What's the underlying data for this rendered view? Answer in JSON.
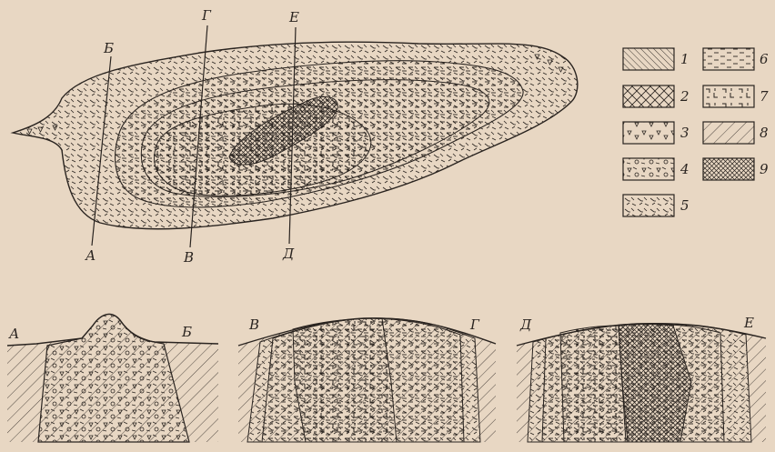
{
  "map": {
    "section_line_labels": {
      "a": "А",
      "b": "Б",
      "v": "В",
      "g": "Г",
      "d": "Д",
      "e": "Е"
    }
  },
  "legend": {
    "items": [
      {
        "number": "1",
        "pattern": "diag-dense"
      },
      {
        "number": "2",
        "pattern": "diag-cross"
      },
      {
        "number": "3",
        "pattern": "triangles"
      },
      {
        "number": "4",
        "pattern": "triangles-circles"
      },
      {
        "number": "5",
        "pattern": "dashes-random"
      },
      {
        "number": "6",
        "pattern": "dashes-horizontal"
      },
      {
        "number": "7",
        "pattern": "brackets"
      },
      {
        "number": "8",
        "pattern": "diag-sparse"
      },
      {
        "number": "9",
        "pattern": "crosshatch"
      }
    ]
  },
  "sections": [
    {
      "left_label": "А",
      "right_label": "Б"
    },
    {
      "left_label": "В",
      "right_label": "Г"
    },
    {
      "left_label": "Д",
      "right_label": "Е"
    }
  ],
  "colors": {
    "paper": "#e8d7c3",
    "ink": "#2a2420"
  }
}
